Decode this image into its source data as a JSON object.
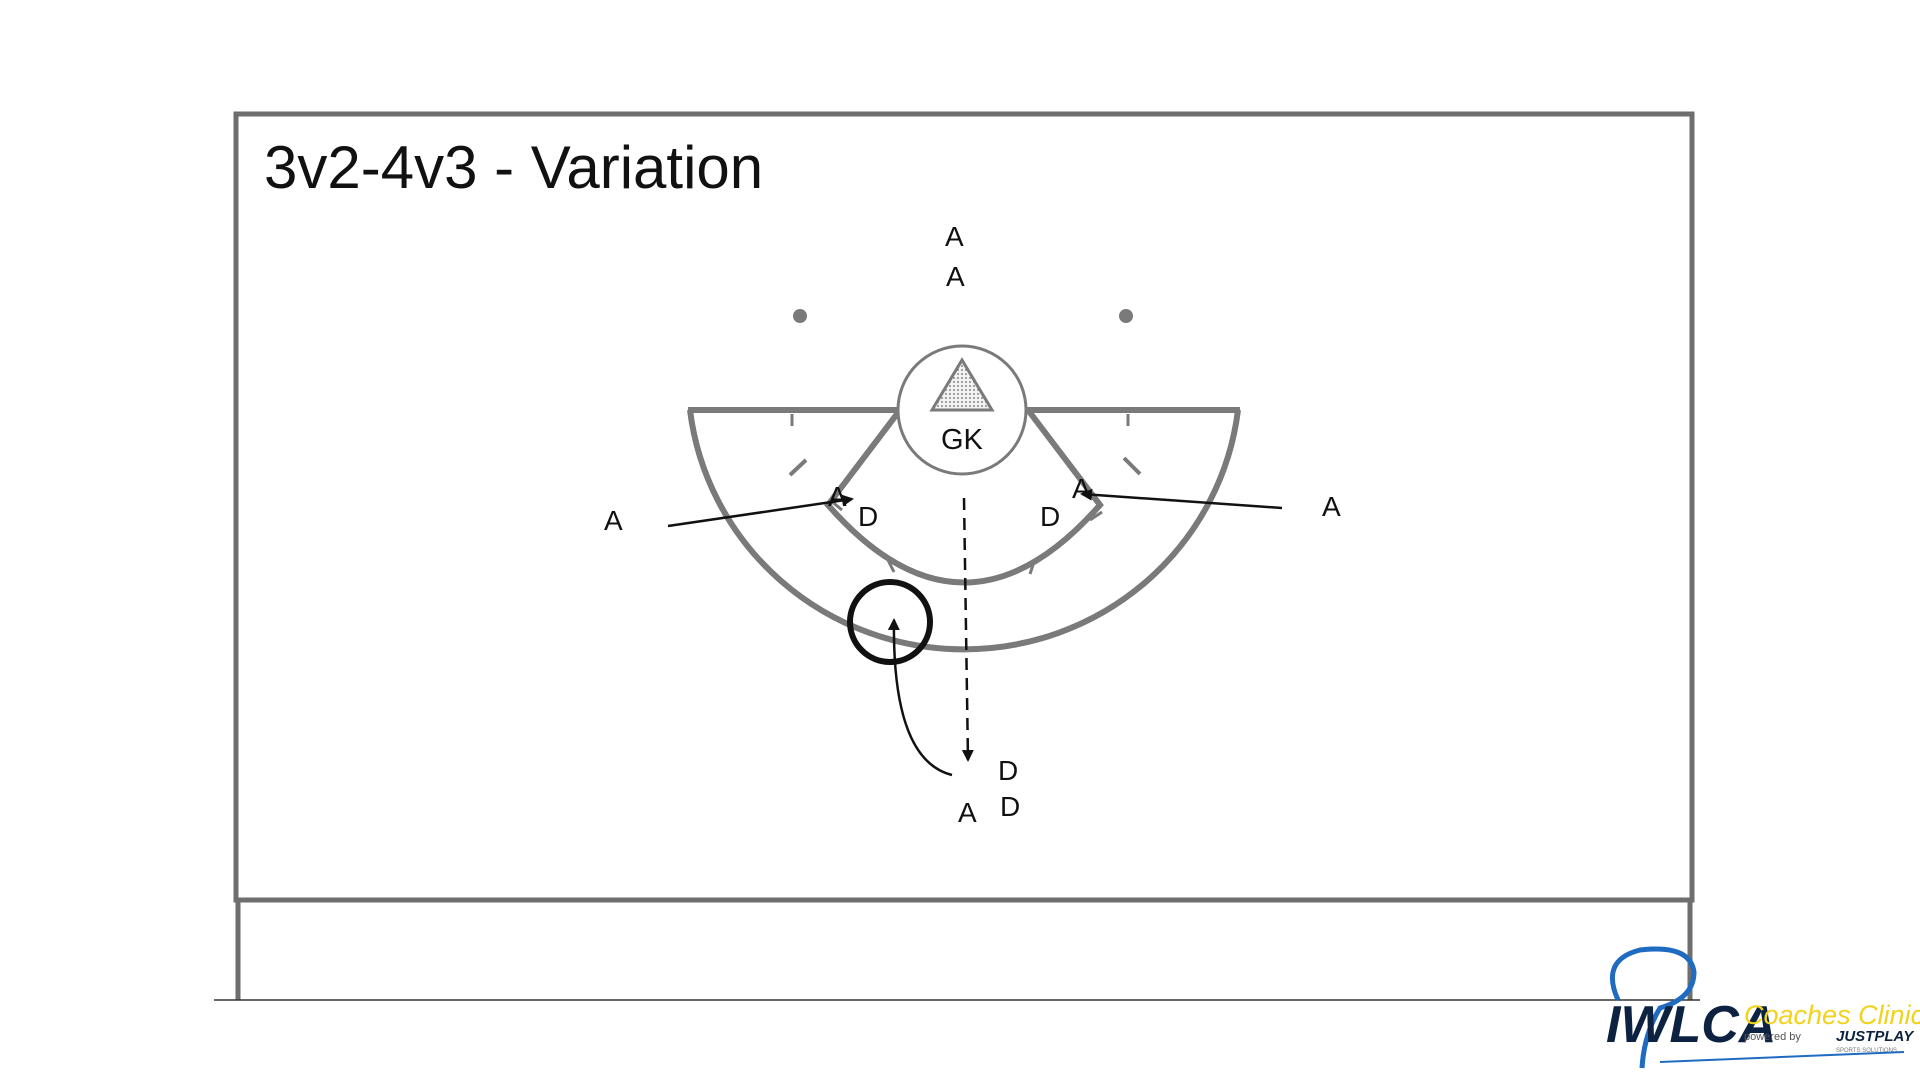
{
  "diagram": {
    "title": "3v2-4v3 - Variation",
    "goalkeeper_label": "GK",
    "players": [
      {
        "id": "attacker-top-1",
        "label": "A"
      },
      {
        "id": "attacker-top-2",
        "label": "A"
      },
      {
        "id": "attacker-left-wing",
        "label": "A"
      },
      {
        "id": "attacker-right-wing",
        "label": "A"
      },
      {
        "id": "attacker-left-arc",
        "label": "A"
      },
      {
        "id": "attacker-right-arc",
        "label": "A"
      },
      {
        "id": "defender-left-arc",
        "label": "D"
      },
      {
        "id": "defender-right-arc",
        "label": "D"
      },
      {
        "id": "defender-bottom-1",
        "label": "D"
      },
      {
        "id": "defender-bottom-2",
        "label": "D"
      },
      {
        "id": "attacker-bottom",
        "label": "A"
      }
    ],
    "colors": {
      "field_line": "#6e6e6e",
      "marker": "#111111",
      "text": "#111111"
    }
  },
  "logo": {
    "main_text": "IWLCA",
    "sub_text": "Coaches Clinic",
    "powered_by": "powered by",
    "brand": "JUSTPLAY",
    "brand_sub": "SPORTS SOLUTIONS",
    "colors": {
      "primary": "#0d2240",
      "accent": "#f2d21b",
      "blue": "#1f6bc1"
    }
  }
}
